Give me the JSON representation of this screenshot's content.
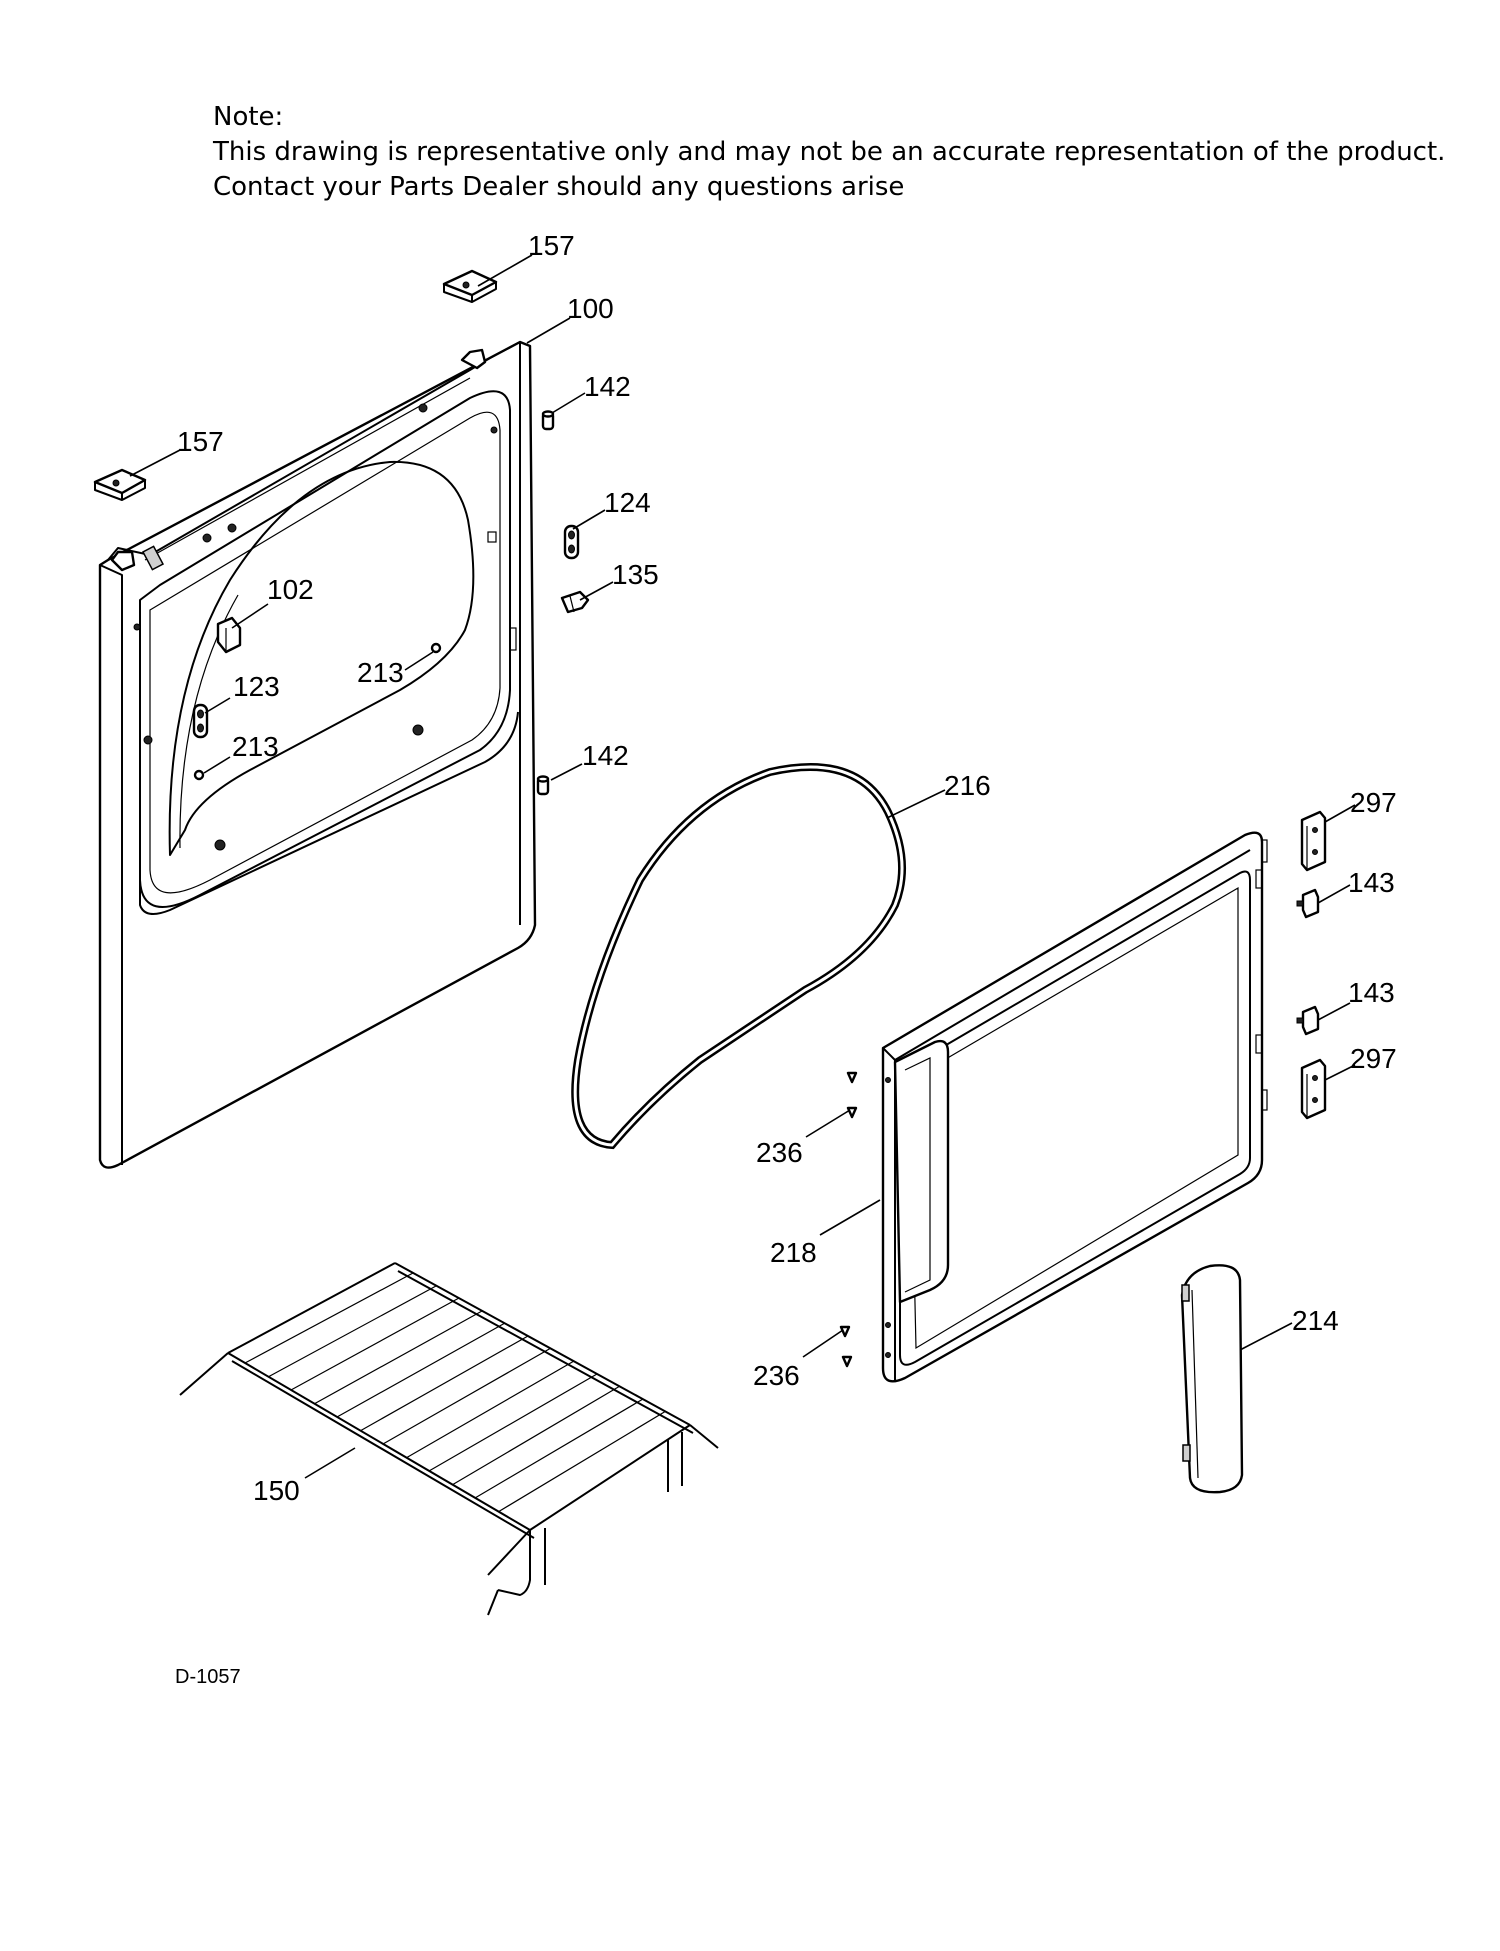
{
  "note": {
    "heading": "Note:",
    "line1": "This drawing is representative only and may not be an accurate representation of the product.",
    "line2": "Contact your Parts Dealer should any questions arise"
  },
  "diagram_code": "D-1057",
  "callouts": {
    "c157a": "157",
    "c100": "100",
    "c142a": "142",
    "c157b": "157",
    "c124": "124",
    "c135": "135",
    "c102": "102",
    "c213a": "213",
    "c123": "123",
    "c213b": "213",
    "c142b": "142",
    "c216": "216",
    "c297a": "297",
    "c143a": "143",
    "c143b": "143",
    "c297b": "297",
    "c236a": "236",
    "c218": "218",
    "c236b": "236",
    "c214": "214",
    "c150": "150"
  }
}
